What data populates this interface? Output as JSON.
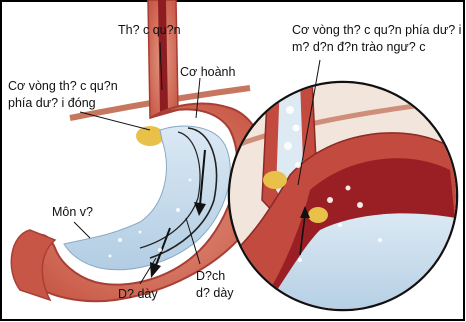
{
  "labels": {
    "esophagus": "Th? c qu?n",
    "diaphragm": "Cơ hoành",
    "lower_sphincter_closed": "Cơ vòng th? c qu?n\nphía dư? i đóng",
    "sphincter_open_reflux": "Cơ vòng th? c qu?n phía dư? i\nm? d?n đ?n trào ngư? c",
    "pylorus": "Môn v?",
    "gastric_juice": "D?ch\nd? dày",
    "stomach": "D? dày"
  },
  "colors": {
    "stomach_wall": "#c24a3e",
    "stomach_outer": "#d98a72",
    "stomach_inner": "#9a1f24",
    "fluid": "#c7dcec",
    "fat": "#e9c14a",
    "frame": "#000000"
  },
  "icons": {
    "zoom_circle": "magnifier-circle",
    "arrows": "flow-arrow"
  }
}
